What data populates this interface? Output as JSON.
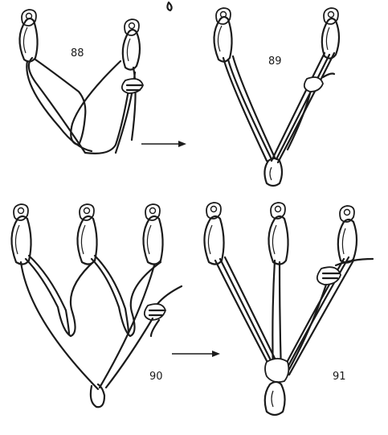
{
  "figures": [
    {
      "id": "88",
      "label": "88"
    },
    {
      "id": "89",
      "label": "89"
    },
    {
      "id": "90",
      "label": "90"
    },
    {
      "id": "91",
      "label": "91"
    }
  ]
}
